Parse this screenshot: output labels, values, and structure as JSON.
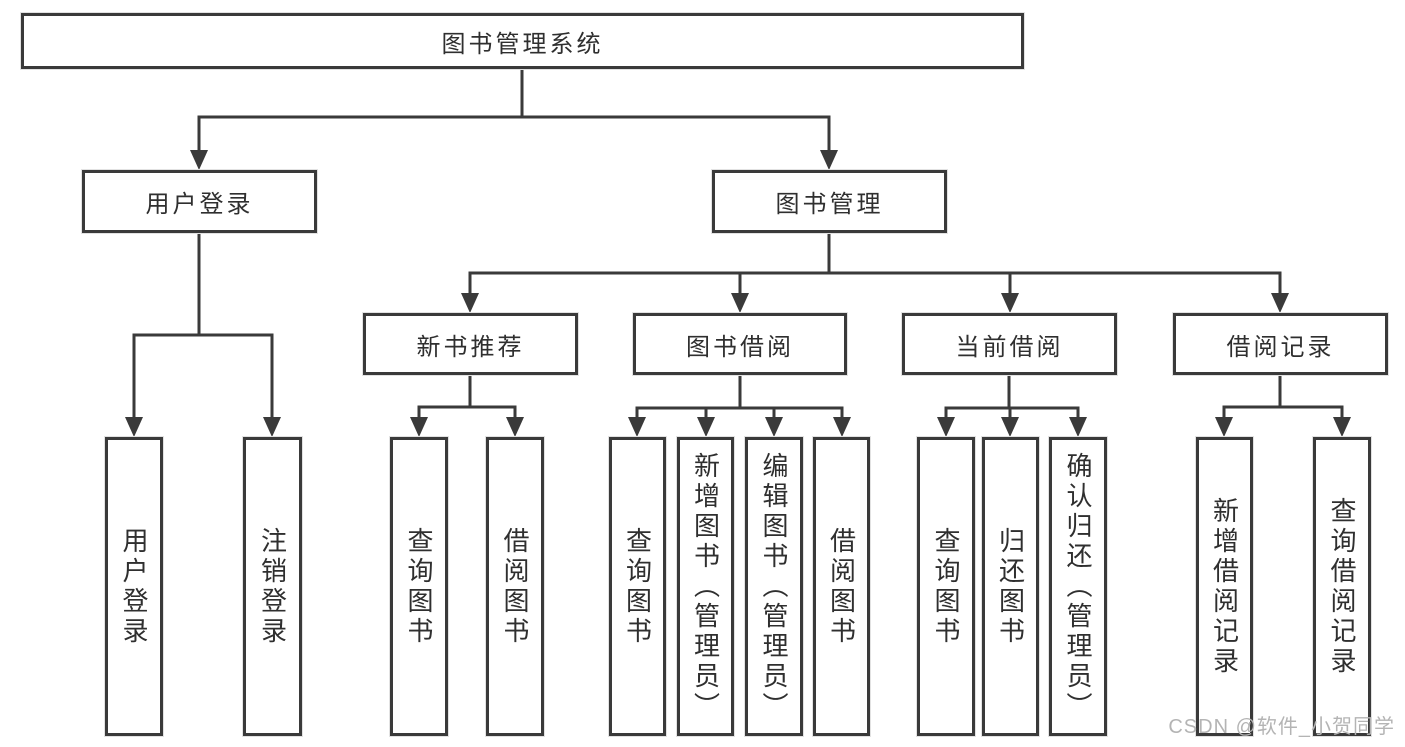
{
  "diagram": {
    "watermark": "CSDN @软件_小贺同学",
    "colors": {
      "line": "#3a3a3a",
      "text": "#2f2f2f",
      "watermark": "#b4b4b4",
      "background": "#ffffff"
    },
    "nodes": {
      "root": {
        "label": "图书管理系统"
      },
      "user_login_group": {
        "label": "用户登录"
      },
      "book_mgmt_group": {
        "label": "图书管理"
      },
      "new_book_rec": {
        "label": "新书推荐"
      },
      "book_borrow": {
        "label": "图书借阅"
      },
      "current_borrow": {
        "label": "当前借阅"
      },
      "borrow_records": {
        "label": "借阅记录"
      },
      "leaf_user_login": {
        "label": "用户登录"
      },
      "leaf_logout": {
        "label": "注销登录"
      },
      "leaf_nb_query": {
        "label": "查询图书"
      },
      "leaf_nb_borrow": {
        "label": "借阅图书"
      },
      "leaf_bb_query": {
        "label": "查询图书"
      },
      "leaf_bb_add": {
        "label": "新增图书（管理员）"
      },
      "leaf_bb_edit": {
        "label": "编辑图书（管理员）"
      },
      "leaf_bb_borrow": {
        "label": "借阅图书"
      },
      "leaf_cb_query": {
        "label": "查询图书"
      },
      "leaf_cb_return": {
        "label": "归还图书"
      },
      "leaf_cb_confirm": {
        "label": "确认归还（管理员）"
      },
      "leaf_br_add": {
        "label": "新增借阅记录"
      },
      "leaf_br_query": {
        "label": "查询借阅记录"
      }
    }
  }
}
